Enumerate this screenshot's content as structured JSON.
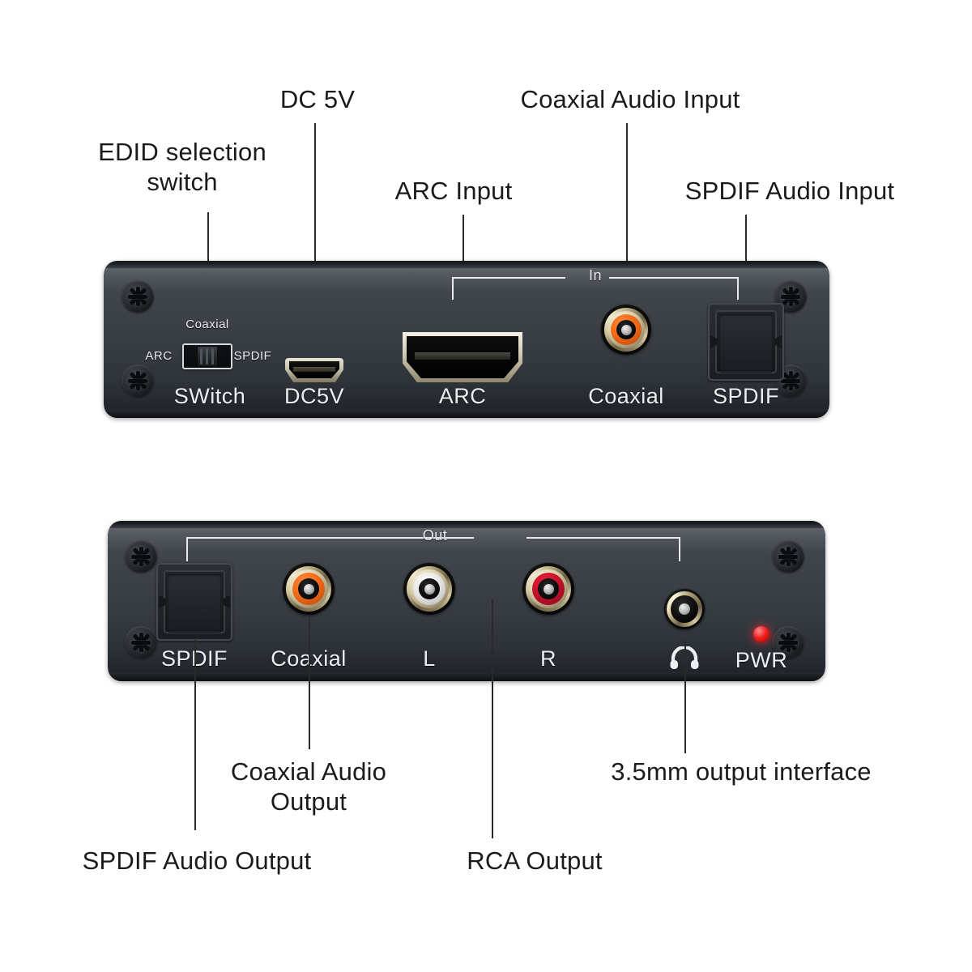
{
  "diagram": {
    "title": "HDMI ARC Audio Extractor — front and rear panel callouts",
    "accent_colors": {
      "chassis": "#3b4047",
      "silkscreen": "#eceff2",
      "coaxial_rca": "#f26a18",
      "left_rca": "#ffffff",
      "right_rca": "#e8233a",
      "power_led": "#f02020",
      "gold": "#ded3ae",
      "callout_text": "#1b1b1b"
    }
  },
  "top_panel": {
    "group_label": "In",
    "silkscreen": {
      "switch_label": "SWitch",
      "switch_position_top": "Coaxial",
      "switch_position_left": "ARC",
      "switch_position_right": "SPDIF",
      "dc_label": "DC5V",
      "arc_label": "ARC",
      "coaxial_label": "Coaxial",
      "spdif_label": "SPDIF"
    },
    "callouts": [
      {
        "id": "edid",
        "text": "EDID selection\nswitch"
      },
      {
        "id": "dc5v",
        "text": "DC 5V"
      },
      {
        "id": "arc-input",
        "text": "ARC Input"
      },
      {
        "id": "coaxial-input",
        "text": "Coaxial Audio Input"
      },
      {
        "id": "spdif-input",
        "text": "SPDIF Audio Input"
      }
    ]
  },
  "bottom_panel": {
    "group_label": "Out",
    "silkscreen": {
      "spdif_label": "SPDIF",
      "coaxial_label": "Coaxial",
      "left_label": "L",
      "right_label": "R",
      "headphone_label": "headphone-icon",
      "power_label": "PWR"
    },
    "callouts": [
      {
        "id": "spdif-output",
        "text": "SPDIF Audio Output"
      },
      {
        "id": "coaxial-output",
        "text": "Coaxial Audio\nOutput"
      },
      {
        "id": "rca-output",
        "text": "RCA Output"
      },
      {
        "id": "jack35-output",
        "text": "3.5mm output interface"
      }
    ]
  }
}
